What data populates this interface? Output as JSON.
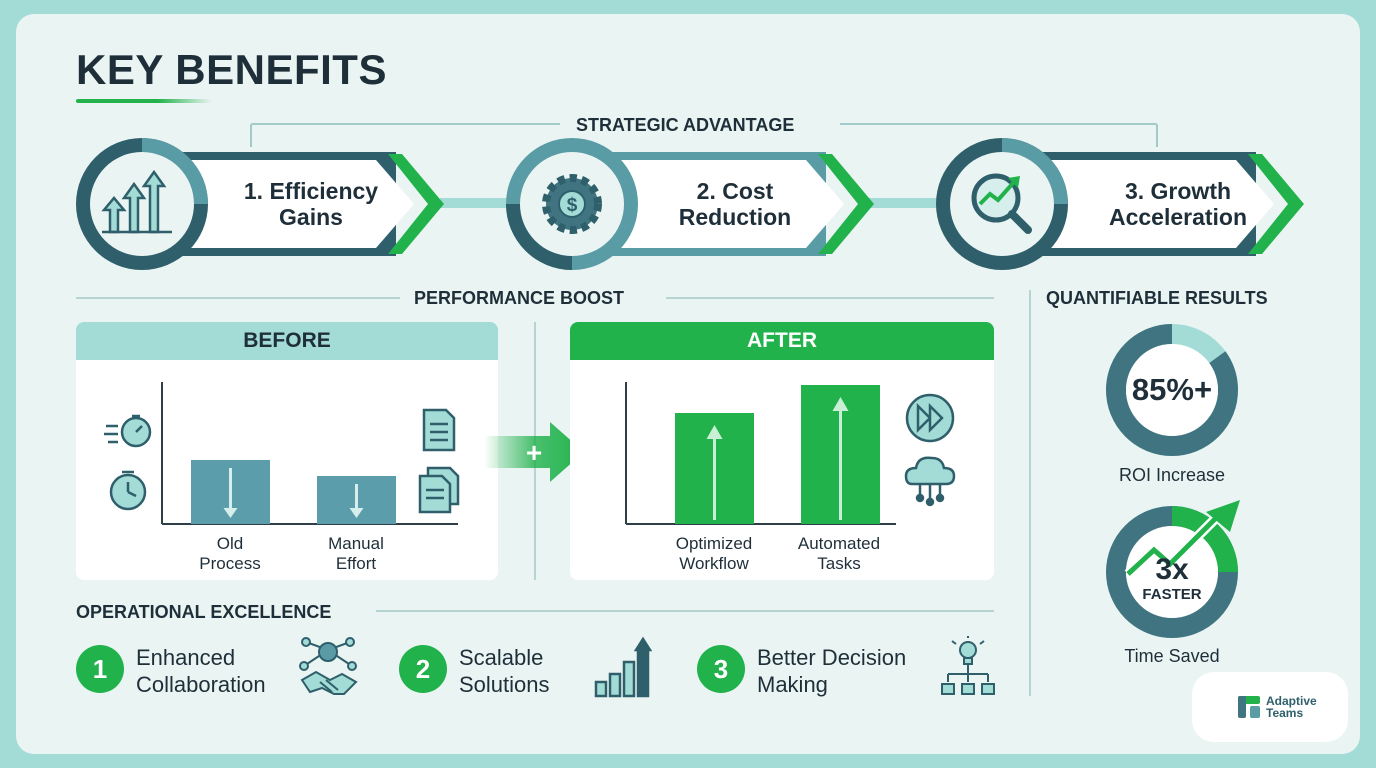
{
  "title": "KEY BENEFITS",
  "strategic_label": "STRATEGIC ADVANTAGE",
  "steps": [
    {
      "line1": "1. Efficiency",
      "line2": "Gains",
      "icon": "rising-bars-icon"
    },
    {
      "line1": "2. Cost",
      "line2": "Reduction",
      "icon": "dollar-gear-icon"
    },
    {
      "line1": "3. Growth",
      "line2": "Acceleration",
      "icon": "magnifier-chart-icon"
    }
  ],
  "performance_label": "PERFORMANCE BOOST",
  "before": {
    "header": "BEFORE",
    "bars": [
      {
        "line1": "Old",
        "line2": "Process",
        "value": 0.45
      },
      {
        "line1": "Manual",
        "line2": "Effort",
        "value": 0.34
      }
    ]
  },
  "after": {
    "header": "AFTER",
    "bars": [
      {
        "line1": "Optimized",
        "line2": "Workflow",
        "value": 0.78
      },
      {
        "line1": "Automated",
        "line2": "Tasks",
        "value": 0.98
      }
    ]
  },
  "transition_symbol": "+",
  "operational": {
    "label": "OPERATIONAL EXCELLENCE",
    "items": [
      {
        "num": "1",
        "line1": "Enhanced",
        "line2": "Collaboration",
        "icon": "handshake-network-icon"
      },
      {
        "num": "2",
        "line1": "Scalable",
        "line2": "Solutions",
        "icon": "growth-bars-icon"
      },
      {
        "num": "3",
        "line1": "Better Decision",
        "line2": "Making",
        "icon": "lightbulb-flow-icon"
      }
    ]
  },
  "results": {
    "label": "QUANTIFIABLE RESULTS",
    "roi": {
      "value": "85%+",
      "caption": "ROI Increase",
      "fill": 0.85
    },
    "time": {
      "value": "3x",
      "sub": "FASTER",
      "caption": "Time Saved"
    }
  },
  "brand": {
    "line1": "Adaptive",
    "line2": "Teams"
  },
  "colors": {
    "accent_green": "#22b24c",
    "dark_teal": "#2f5f6b",
    "mid_teal": "#5a9ca6",
    "light_teal": "#a3dbd6",
    "bar_teal": "#5b9dab"
  }
}
